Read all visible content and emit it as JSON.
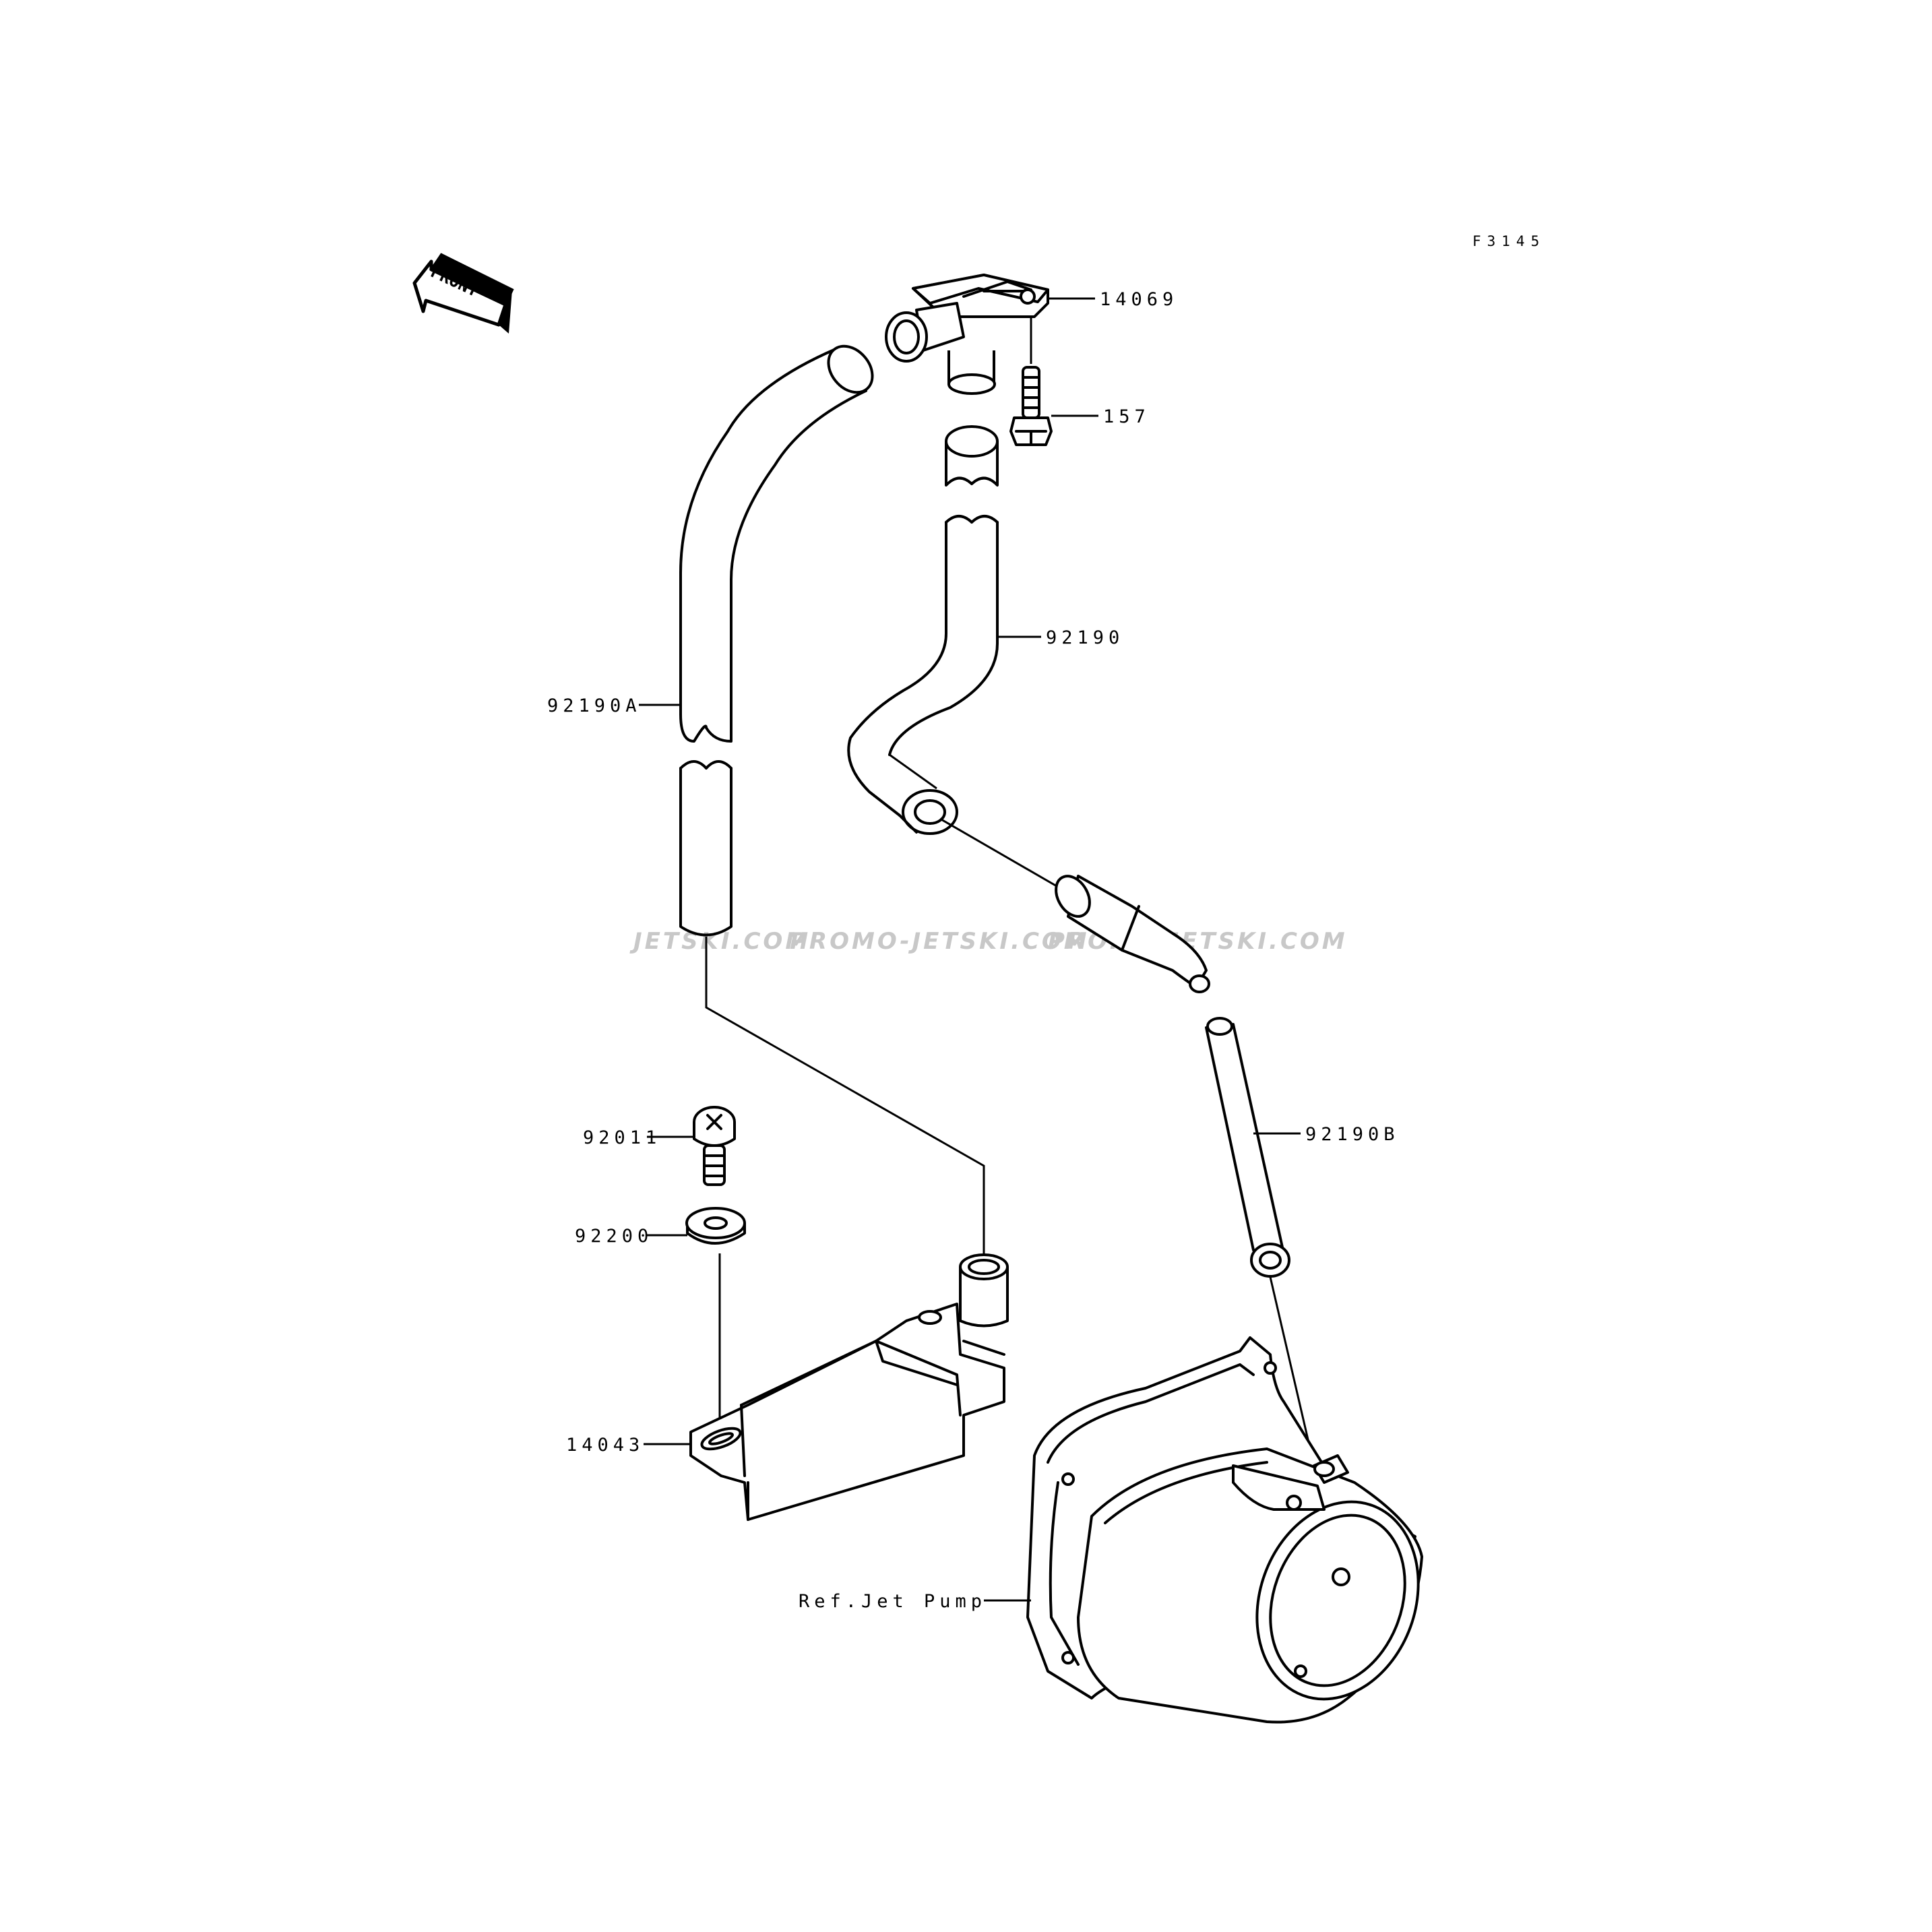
{
  "figure_code": "F3145",
  "front_label": "FRONT",
  "watermark": {
    "part1": "JETSKI.COM",
    "part2": "PROMO-JETSKI.COM",
    "part3": "PROMO-JETSKI.COM"
  },
  "callouts": {
    "p14069": "14069",
    "p157": "157",
    "p92190": "92190",
    "p92190A": "92190A",
    "p92190B": "92190B",
    "p92011": "92011",
    "p92200": "92200",
    "p14043": "14043",
    "ref_jet_pump": "Ref.Jet Pump"
  }
}
